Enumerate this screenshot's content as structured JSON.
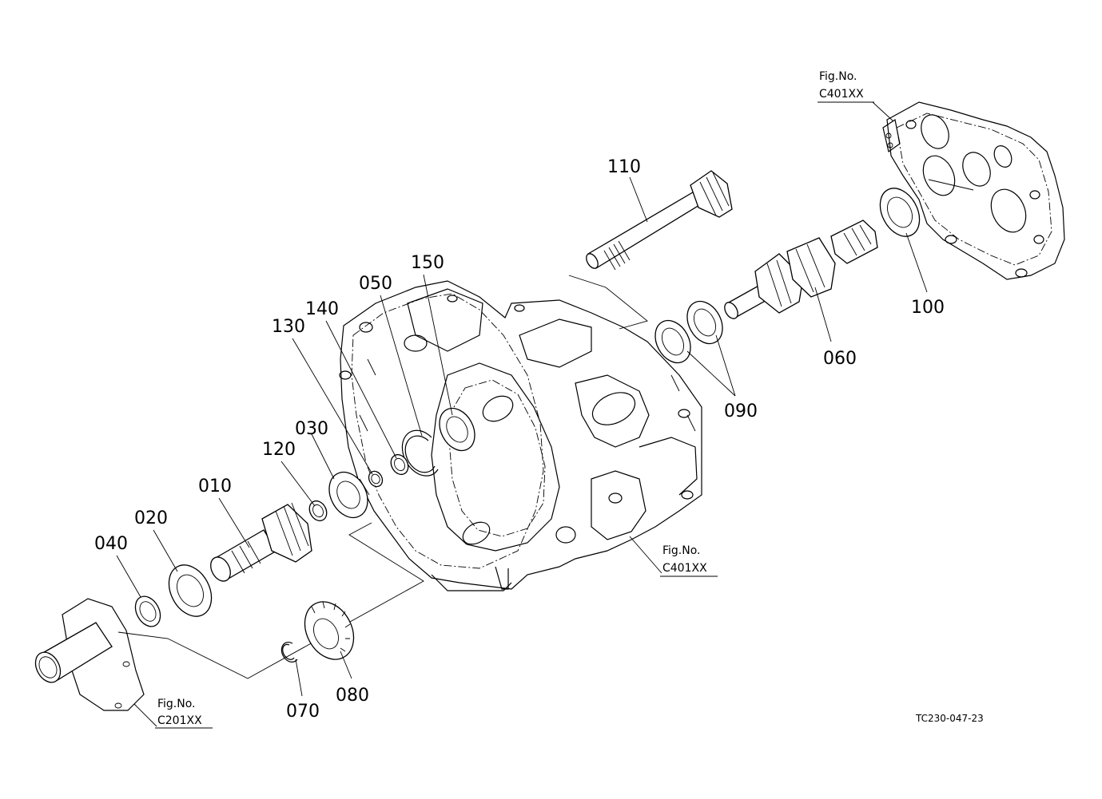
{
  "diagram": {
    "part_labels": {
      "p010": "010",
      "p020": "020",
      "p030": "030",
      "p040": "040",
      "p050": "050",
      "p060": "060",
      "p070": "070",
      "p080": "080",
      "p090": "090",
      "p100": "100",
      "p110": "110",
      "p120": "120",
      "p130": "130",
      "p140": "140",
      "p150": "150"
    },
    "figure_refs": {
      "top_right": {
        "line1": "Fig.No.",
        "line2": "C401XX"
      },
      "center": {
        "line1": "Fig.No.",
        "line2": "C401XX"
      },
      "bottom_left": {
        "line1": "Fig.No.",
        "line2": "C201XX"
      }
    },
    "drawing_code": "TC230-047-23"
  }
}
